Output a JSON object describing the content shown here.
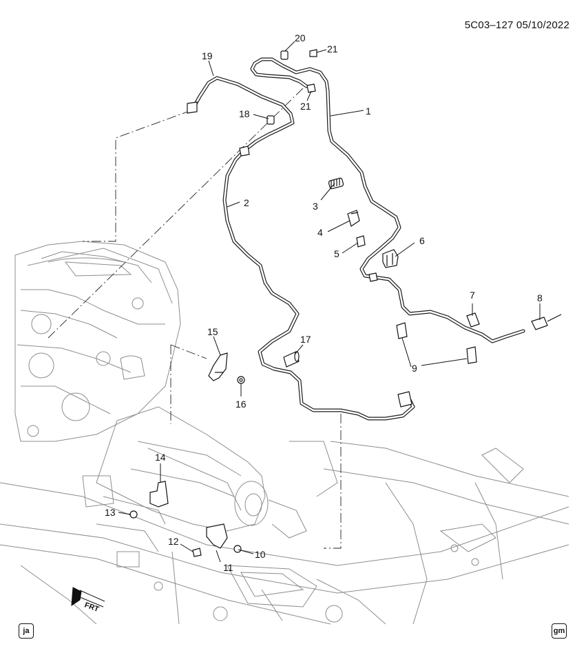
{
  "document": {
    "id_date": "5C03–127  05/10/2022",
    "corner_left": "ja",
    "corner_right": "gm",
    "direction_label": "FRT"
  },
  "callouts": {
    "c1": "1",
    "c2": "2",
    "c3": "3",
    "c4": "4",
    "c5": "5",
    "c6": "6",
    "c7": "7",
    "c8": "8",
    "c9": "9",
    "c10": "10",
    "c11": "11",
    "c12": "12",
    "c13": "13",
    "c14": "14",
    "c15": "15",
    "c16": "16",
    "c17": "17",
    "c18": "18",
    "c19": "19",
    "c20": "20",
    "c21a": "21",
    "c21b": "21"
  },
  "colors": {
    "ink": "#111111",
    "line_gray": "#444444",
    "engine_gray": "#9a9a9a"
  }
}
